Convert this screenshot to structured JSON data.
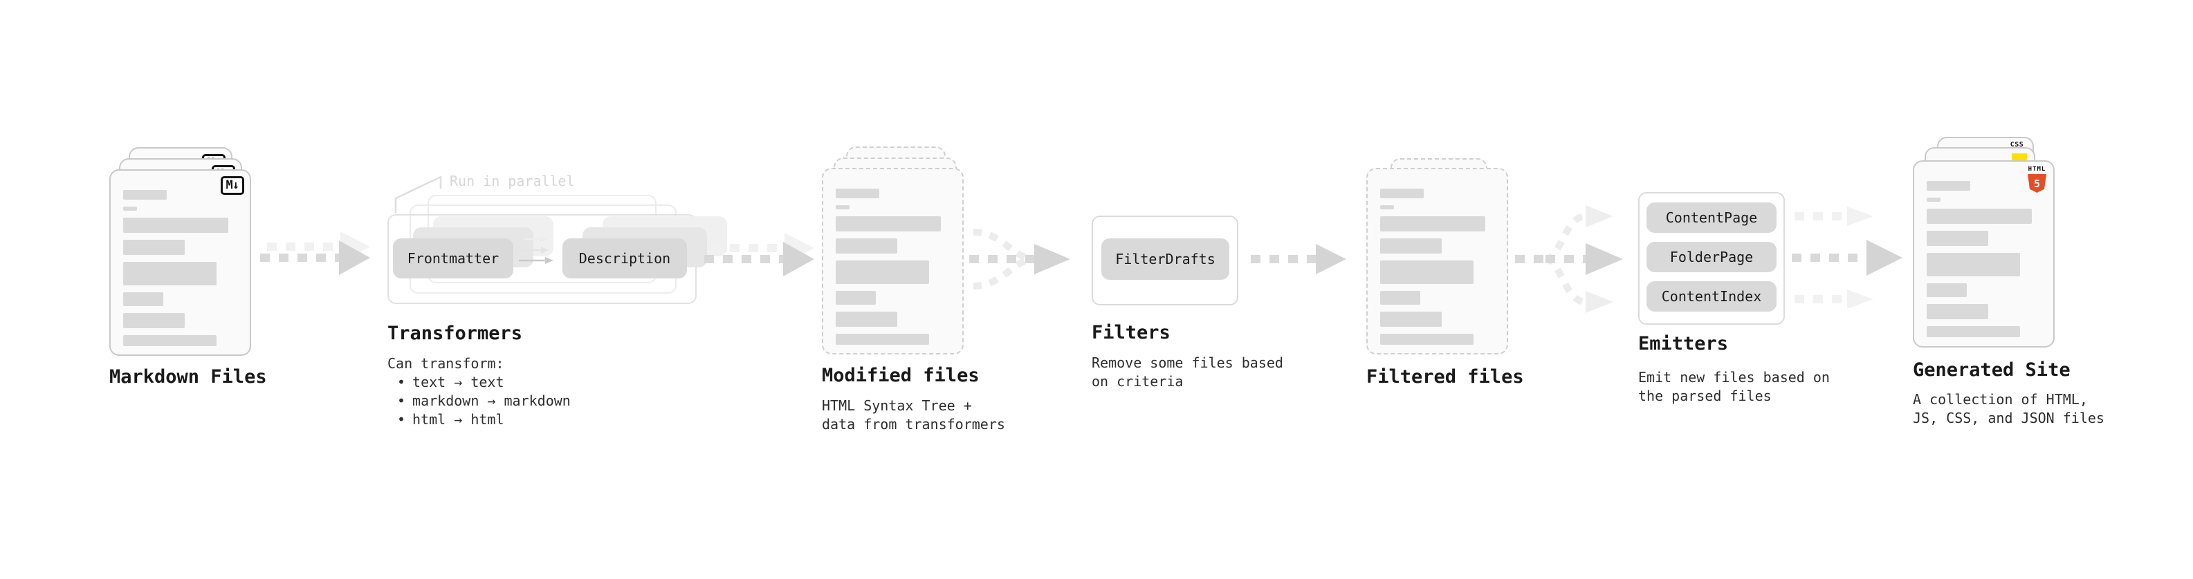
{
  "pipeline": {
    "markdown_files": {
      "label": "Markdown Files",
      "badge": "M↓"
    },
    "transformers": {
      "annotation": "Run in parallel",
      "steps": [
        "Frontmatter",
        "Description"
      ],
      "title": "Transformers",
      "subtitle": "Can transform:",
      "bullet_char": "•",
      "bullets": [
        "text → text",
        "markdown → markdown",
        "html → html"
      ]
    },
    "modified_files": {
      "label": "Modified files",
      "description": "HTML Syntax Tree +\ndata from transformers"
    },
    "filters": {
      "steps": [
        "FilterDrafts"
      ],
      "title": "Filters",
      "description": "Remove some files based\non criteria"
    },
    "filtered_files": {
      "label": "Filtered files"
    },
    "emitters": {
      "steps": [
        "ContentPage",
        "FolderPage",
        "ContentIndex"
      ],
      "title": "Emitters",
      "description": "Emit new files based on\nthe parsed files"
    },
    "generated_site": {
      "label": "Generated Site",
      "description": "A collection of HTML,\nJS, CSS, and JSON files",
      "badges": {
        "css": "CSS",
        "html5_text": "HTML",
        "html5_number": "5"
      }
    }
  },
  "colors": {
    "html5_orange": "#e44d26",
    "js_yellow": "#ffdf00",
    "css_blue": "#2965f1",
    "diagram_gray": "#d9d9d9",
    "annotation_gray": "#d6d6d6"
  }
}
